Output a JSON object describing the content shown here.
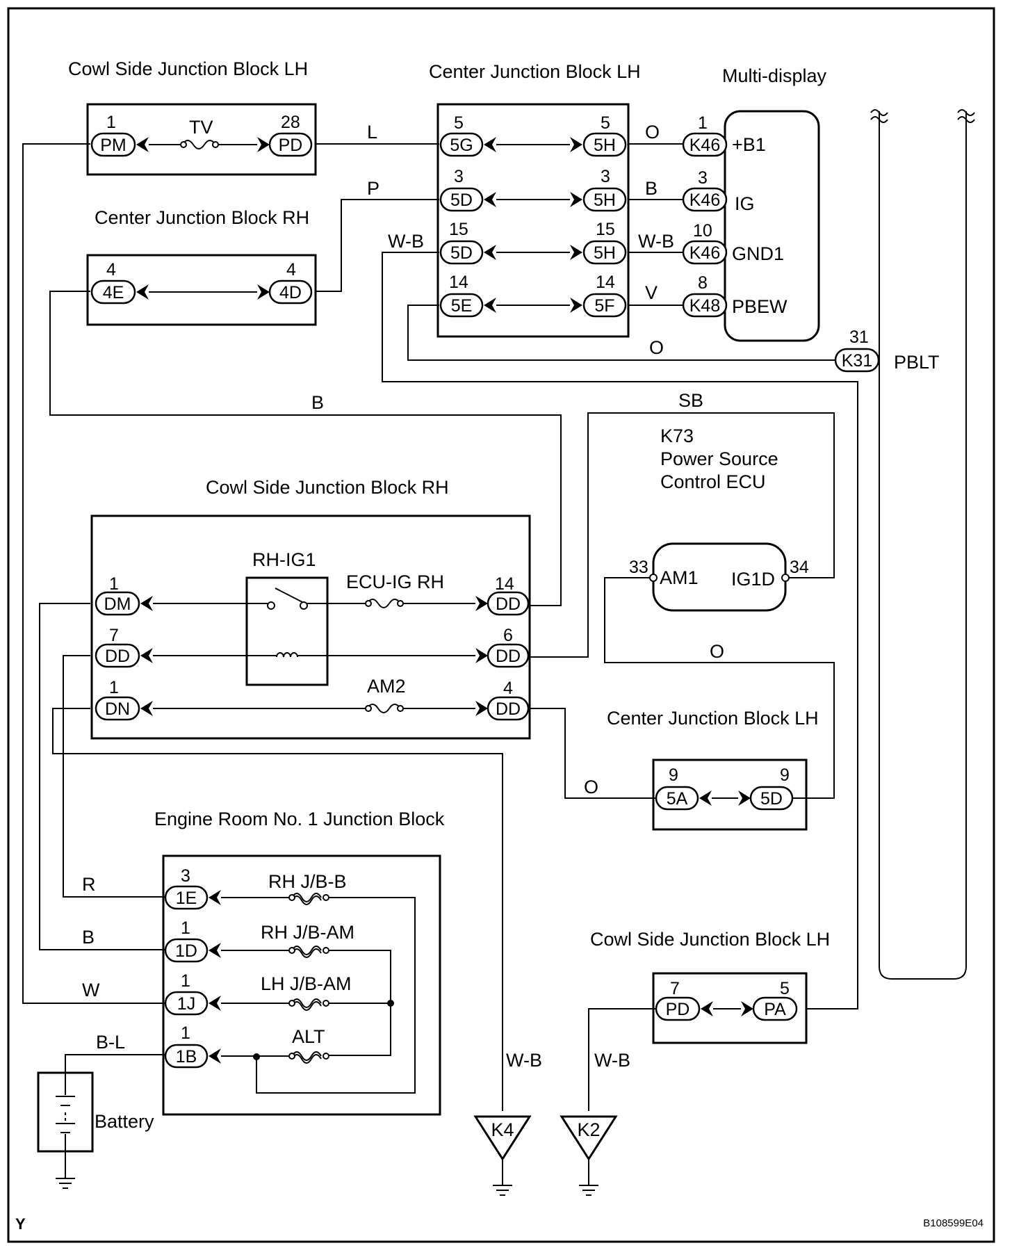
{
  "blocks": {
    "cowl_lh_top": {
      "title": "Cowl Side Junction Block LH",
      "left_pin": "1",
      "left_conn": "PM",
      "fuse": "TV",
      "right_pin": "28",
      "right_conn": "PD"
    },
    "center_rh": {
      "title": "Center Junction Block RH",
      "left_pin": "4",
      "left_conn": "4E",
      "right_pin": "4",
      "right_conn": "4D"
    },
    "center_lh_top": {
      "title": "Center Junction Block LH",
      "rows": [
        {
          "lpin": "5",
          "lconn": "5G",
          "rpin": "5",
          "rconn": "5H"
        },
        {
          "lpin": "3",
          "lconn": "5D",
          "rpin": "3",
          "rconn": "5H"
        },
        {
          "lpin": "15",
          "lconn": "5D",
          "rpin": "15",
          "rconn": "5H"
        },
        {
          "lpin": "14",
          "lconn": "5E",
          "rpin": "14",
          "rconn": "5F"
        }
      ]
    },
    "multi_display": {
      "title": "Multi-display",
      "rows": [
        {
          "pin": "1",
          "conn": "K46",
          "name": "+B1"
        },
        {
          "pin": "3",
          "conn": "K46",
          "name": "IG"
        },
        {
          "pin": "10",
          "conn": "K46",
          "name": "GND1"
        },
        {
          "pin": "8",
          "conn": "K48",
          "name": "PBEW"
        }
      ]
    },
    "pblt": {
      "pin": "31",
      "conn": "K31",
      "name": "PBLT"
    },
    "cowl_rh": {
      "title": "Cowl Side Junction Block RH",
      "relay": "RH-IG1",
      "fuse1": "ECU-IG RH",
      "fuse2": "AM2",
      "rows": [
        {
          "lpin": "1",
          "lconn": "DM",
          "rpin": "14",
          "rconn": "DD"
        },
        {
          "lpin": "7",
          "lconn": "DD",
          "rpin": "6",
          "rconn": "DD"
        },
        {
          "lpin": "1",
          "lconn": "DN",
          "rpin": "4",
          "rconn": "DD"
        }
      ]
    },
    "ecu": {
      "line1": "K73",
      "line2": "Power Source",
      "line3": "Control ECU",
      "lpin": "33",
      "lname": "AM1",
      "rpin": "34",
      "rname": "IG1D"
    },
    "center_lh_mid": {
      "title": "Center Junction Block LH",
      "lpin": "9",
      "lconn": "5A",
      "rpin": "9",
      "rconn": "5D"
    },
    "engine_room": {
      "title": "Engine Room No. 1 Junction Block",
      "rows": [
        {
          "pin": "3",
          "conn": "1E",
          "fuse": "RH J/B-B"
        },
        {
          "pin": "1",
          "conn": "1D",
          "fuse": "RH J/B-AM"
        },
        {
          "pin": "1",
          "conn": "1J",
          "fuse": "LH J/B-AM"
        },
        {
          "pin": "1",
          "conn": "1B",
          "fuse": "ALT"
        }
      ]
    },
    "cowl_lh_bottom": {
      "title": "Cowl Side Junction Block LH",
      "lpin": "7",
      "lconn": "PD",
      "rpin": "5",
      "rconn": "PA"
    }
  },
  "wires": {
    "L": "L",
    "O1": "O",
    "P": "P",
    "B1": "B",
    "WB1": "W-B",
    "WB2": "W-B",
    "V": "V",
    "O2": "O",
    "B2": "B",
    "SB": "SB",
    "O3": "O",
    "O4": "O",
    "R": "R",
    "B3": "B",
    "W": "W",
    "BL": "B-L",
    "WB3": "W-B",
    "WB4": "W-B"
  },
  "grounds": {
    "k4": "K4",
    "k2": "K2"
  },
  "battery": "Battery",
  "corner_letter": "Y",
  "figure_code": "B108599E04"
}
